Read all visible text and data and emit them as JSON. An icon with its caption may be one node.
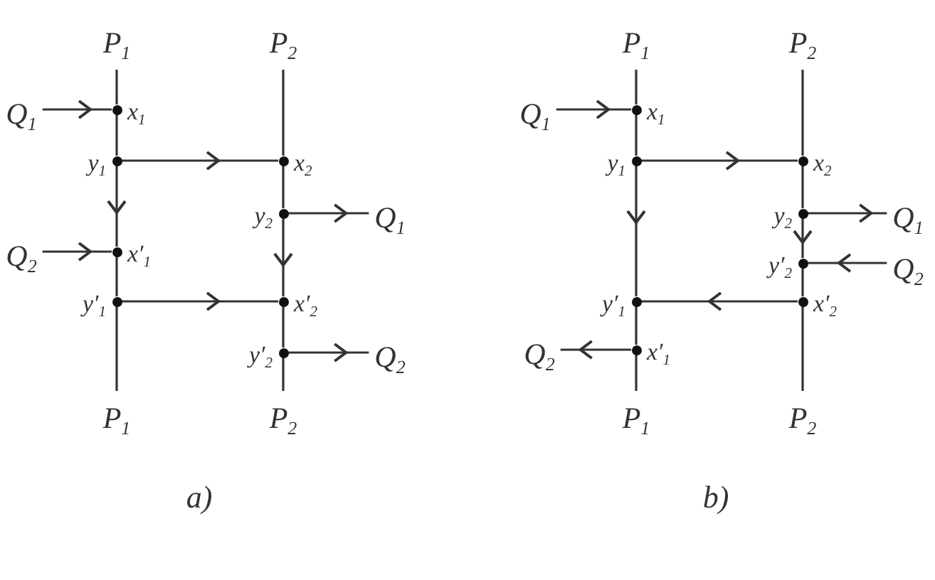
{
  "diagram": {
    "nodes": [
      {
        "text": [
          "P$_{1}$"
        ]
      },
      {
        "text": [
          "P$_{2}$"
        ]
      },
      {
        "text": [
          "Q$_{1}$"
        ]
      },
      {
        "text": [],
        "shape": "circle",
        "beside": [
          "x$_{1}$"
        ]
      },
      {
        "text": [],
        "shape": "circle",
        "beside": [
          "y$_{1}$"
        ]
      },
      {
        "text": [],
        "shape": "circle",
        "beside": [
          "x$_{2}$"
        ]
      },
      {
        "text": [],
        "shape": "circle",
        "beside": [
          "y$_{2}$"
        ]
      },
      {
        "text": [
          "Q$_{1}$"
        ]
      },
      {
        "text": [
          "Q$_{2}$"
        ]
      },
      {
        "text": [],
        "shape": "circle",
        "beside": [
          "x′$_{1}$"
        ]
      },
      {
        "text": [],
        "shape": "circle",
        "beside": [
          "y′$_{1}$"
        ]
      },
      {
        "text": [],
        "shape": "circle",
        "beside": [
          "x′$_{2}$"
        ]
      },
      {
        "text": [],
        "shape": "circle",
        "beside": [
          "y′$_{2}$"
        ]
      },
      {
        "text": [
          "Q$_{2}$"
        ]
      },
      {
        "text": [
          "P$_{1}$"
        ]
      },
      {
        "text": [
          "P$_{2}$"
        ]
      },
      {
        "text": [
          "P$_{1}$"
        ]
      },
      {
        "text": [
          "P$_{2}$"
        ]
      },
      {
        "text": [
          "Q$_{1}$"
        ]
      },
      {
        "text": [],
        "shape": "circle",
        "beside": [
          "x$_{1}$"
        ]
      },
      {
        "text": [],
        "shape": "circle",
        "beside": [
          "y$_{1}$"
        ]
      },
      {
        "text": [],
        "shape": "circle",
        "beside": [
          "x$_{2}$"
        ]
      },
      {
        "text": [],
        "shape": "circle",
        "beside": [
          "y$_{2}$"
        ]
      },
      {
        "text": [
          "Q$_{1}$"
        ]
      },
      {
        "text": [],
        "shape": "circle",
        "beside": [
          "y′$_{2}$"
        ]
      },
      {
        "text": [
          "Q$_{2}$"
        ]
      },
      {
        "text": [],
        "shape": "circle",
        "beside": [
          "y′$_{1}$"
        ]
      },
      {
        "text": [],
        "shape": "circle",
        "beside": [
          "x′$_{2}$"
        ]
      },
      {
        "text": [
          "Q$_{2}$"
        ]
      },
      {
        "text": [],
        "shape": "circle",
        "beside": [
          "x′$_{1}$"
        ]
      },
      {
        "text": [
          "P$_{1}$"
        ]
      },
      {
        "text": [
          "P$_{2}$"
        ]
      }
    ],
    "edges": [
      {
        "from": 0,
        "to": 3,
        "arrow": "none"
      },
      {
        "from": 2,
        "to": 3,
        "arrow": "to"
      },
      {
        "from": 3,
        "to": 4,
        "arrow": "none"
      },
      {
        "from": 4,
        "to": 5,
        "arrow": "to"
      },
      {
        "from": 4,
        "to": 9,
        "arrow": "to"
      },
      {
        "from": 1,
        "to": 5,
        "arrow": "none"
      },
      {
        "from": 5,
        "to": 6,
        "arrow": "none"
      },
      {
        "from": 6,
        "to": 7,
        "arrow": "to"
      },
      {
        "from": 6,
        "to": 11,
        "arrow": "to"
      },
      {
        "from": 8,
        "to": 9,
        "arrow": "to"
      },
      {
        "from": 9,
        "to": 10,
        "arrow": "none"
      },
      {
        "from": 10,
        "to": 11,
        "arrow": "to"
      },
      {
        "from": 11,
        "to": 12,
        "arrow": "none"
      },
      {
        "from": 12,
        "to": 13,
        "arrow": "to"
      },
      {
        "from": 10,
        "to": 14,
        "arrow": "none"
      },
      {
        "from": 12,
        "to": 15,
        "arrow": "none"
      },
      {
        "from": 16,
        "to": 19,
        "arrow": "none"
      },
      {
        "from": 18,
        "to": 19,
        "arrow": "to"
      },
      {
        "from": 19,
        "to": 20,
        "arrow": "none"
      },
      {
        "from": 20,
        "to": 21,
        "arrow": "to"
      },
      {
        "from": 20,
        "to": 26,
        "arrow": "to"
      },
      {
        "from": 17,
        "to": 21,
        "arrow": "none"
      },
      {
        "from": 21,
        "to": 22,
        "arrow": "none"
      },
      {
        "from": 22,
        "to": 23,
        "arrow": "to"
      },
      {
        "from": 22,
        "to": 24,
        "arrow": "to"
      },
      {
        "from": 25,
        "to": 24,
        "arrow": "to"
      },
      {
        "from": 27,
        "to": 26,
        "arrow": "to"
      },
      {
        "from": 24,
        "to": 27,
        "arrow": "none"
      },
      {
        "from": 26,
        "to": 29,
        "arrow": "none"
      },
      {
        "from": 29,
        "to": 28,
        "arrow": "to"
      },
      {
        "from": 29,
        "to": 30,
        "arrow": "none"
      },
      {
        "from": 27,
        "to": 31,
        "arrow": "none"
      }
    ],
    "labels": [
      "a)",
      "b)"
    ]
  }
}
